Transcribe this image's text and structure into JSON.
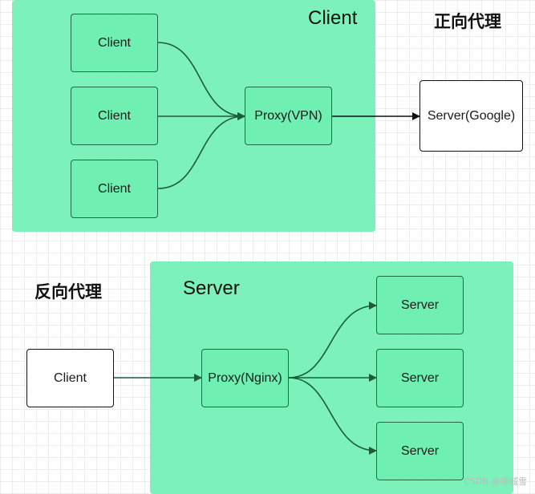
{
  "forward": {
    "title": "正向代理",
    "region_label": "Client",
    "clients": [
      "Client",
      "Client",
      "Client"
    ],
    "proxy": "Proxy(VPN)",
    "server": "Server(Google)"
  },
  "reverse": {
    "title": "反向代理",
    "region_label": "Server",
    "client": "Client",
    "proxy": "Proxy(Nginx)",
    "servers": [
      "Server",
      "Server",
      "Server"
    ]
  },
  "watermark": "CSDN @顿城雪",
  "colors": {
    "region": "#72f0b4",
    "node_fill": "#6fefb1",
    "node_border": "#1f6b44",
    "edge": "#1a5c3a"
  }
}
